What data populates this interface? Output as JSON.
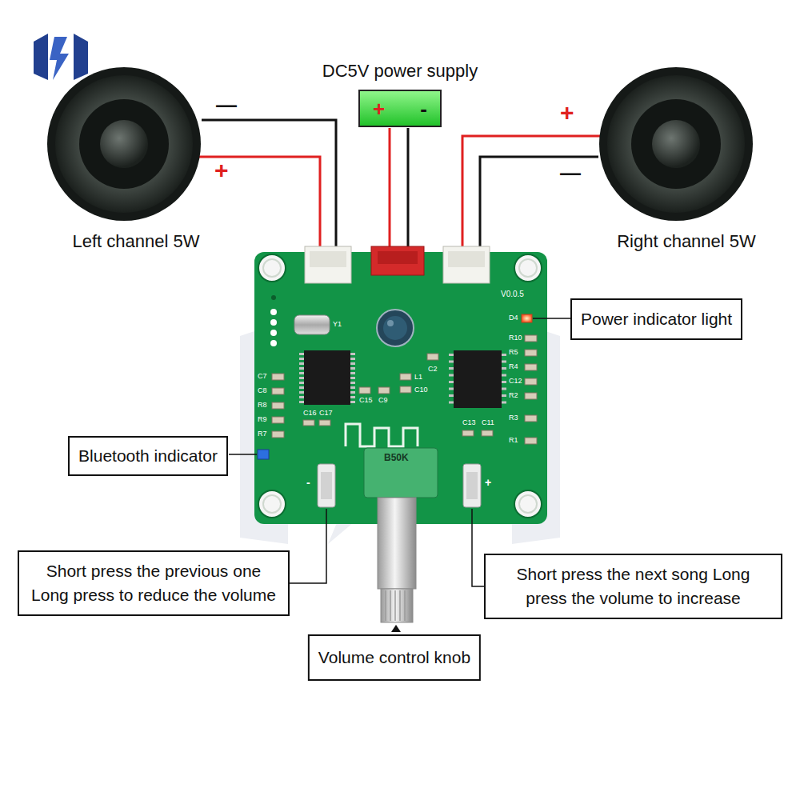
{
  "diagram": {
    "nodes": [
      {
        "text": [
          "Left channel 5W"
        ]
      },
      {
        "text": [
          "DC5V power supply",
          "+",
          "-"
        ]
      },
      {
        "text": [
          "Right channel 5W"
        ]
      },
      {
        "text": [
          "Power indicator light"
        ]
      },
      {
        "text": [
          "Bluetooth indicator"
        ]
      },
      {
        "text": [
          "Short press the previous one Long press to reduce the volume"
        ]
      },
      {
        "text": [
          "Short press the next song Long press the volume to increase"
        ]
      },
      {
        "text": [
          "Volume control knob"
        ]
      }
    ],
    "labels": [
      "—",
      "+",
      "+",
      "—",
      "V0.0.5",
      "D4",
      "Y1",
      "B50K",
      "C2",
      "L1",
      "C10",
      "C15",
      "C9",
      "C7",
      "C8",
      "R8",
      "R9",
      "R7",
      "C16",
      "C17",
      "R10",
      "R5",
      "R4",
      "C12",
      "R2",
      "R3",
      "R1",
      "C13",
      "C11",
      "-",
      "+"
    ]
  }
}
